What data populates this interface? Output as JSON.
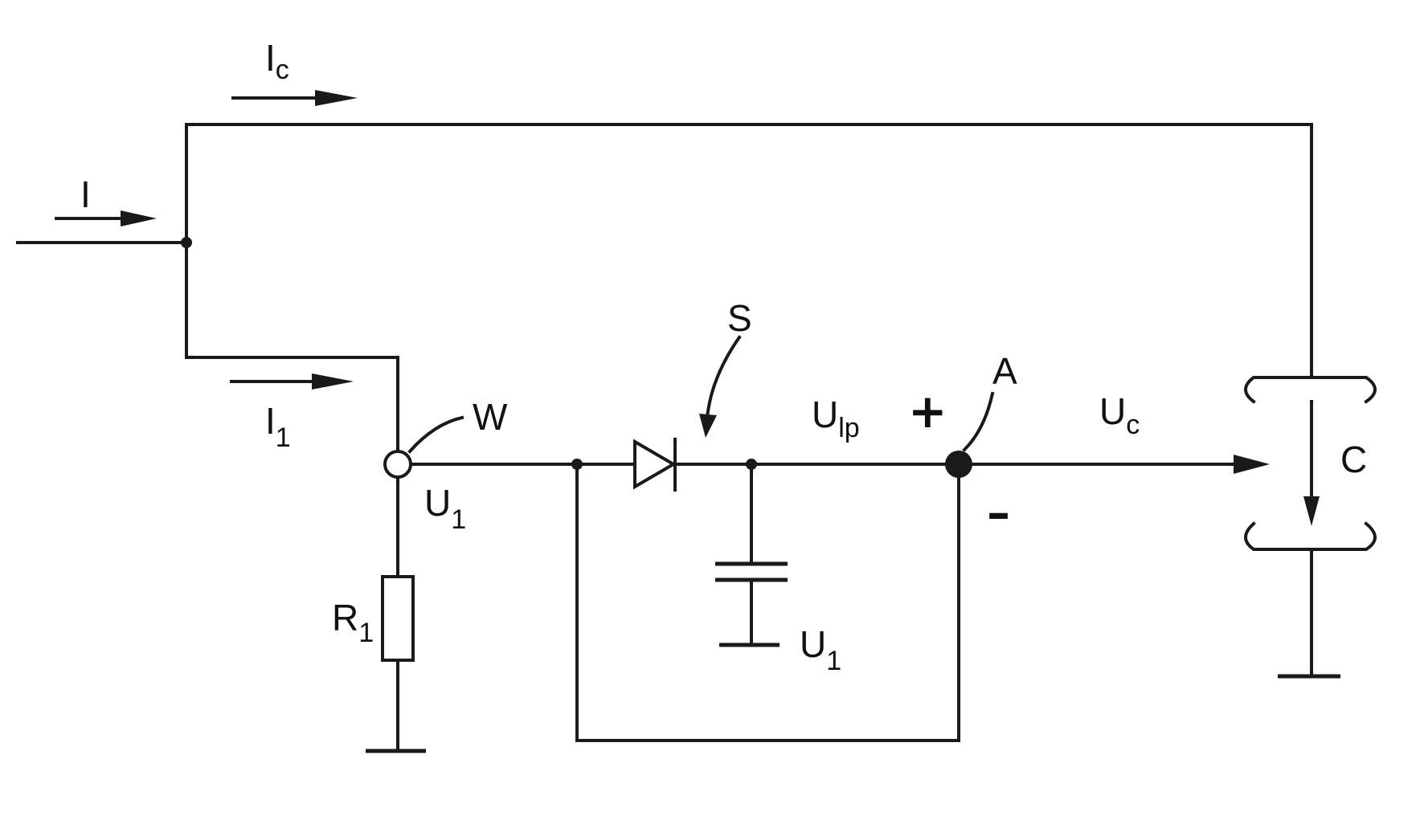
{
  "labels": {
    "current_total": "I",
    "current_c_main": "I",
    "current_c_sub": "c",
    "current_1_main": "I",
    "current_1_sub": "1",
    "node_w": "W",
    "voltage_u1_main": "U",
    "voltage_u1_sub": "1",
    "resistor_main": "R",
    "resistor_sub": "1",
    "switch_s": "S",
    "voltage_ulp_main": "U",
    "voltage_ulp_sub": "lp",
    "plus_sign": "+",
    "minus_sign": "–",
    "node_a": "A",
    "voltage_uc_main": "U",
    "voltage_uc_sub": "c",
    "capacitor_u1_main": "U",
    "capacitor_u1_sub": "1",
    "component_c": "C"
  },
  "colors": {
    "ink": "#1a1a1a",
    "background": "#ffffff"
  }
}
